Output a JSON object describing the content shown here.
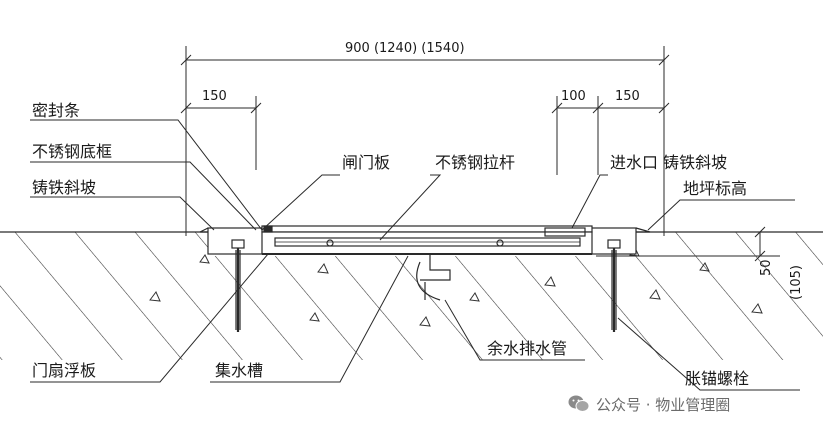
{
  "dimensions": {
    "total": "900 (1240) (1540)",
    "left_150": "150",
    "right_100": "100",
    "right_150": "150",
    "depth_50": "50",
    "depth_105": "(105)"
  },
  "labels": {
    "seal_strip": "密封条",
    "ss_base_frame": "不锈钢底框",
    "cast_iron_slope_left": "铸铁斜坡",
    "gate_plate": "闸门板",
    "ss_pull_rod": "不锈钢拉杆",
    "inlet_cast_iron_slope": "进水口 铸铁斜坡",
    "floor_elevation": "地坪标高",
    "door_float_plate": "门扇浮板",
    "water_collection_trough": "集水槽",
    "residual_drain_pipe": "余水排水管",
    "expansion_anchor_bolt": "胀锚螺栓"
  },
  "watermark": {
    "text": "公众号 · 物业管理圈",
    "icon": "wechat-icon"
  },
  "colors": {
    "line": "#2a2a2a",
    "text": "#1a1a1a",
    "watermark": "#6b6b6b"
  }
}
